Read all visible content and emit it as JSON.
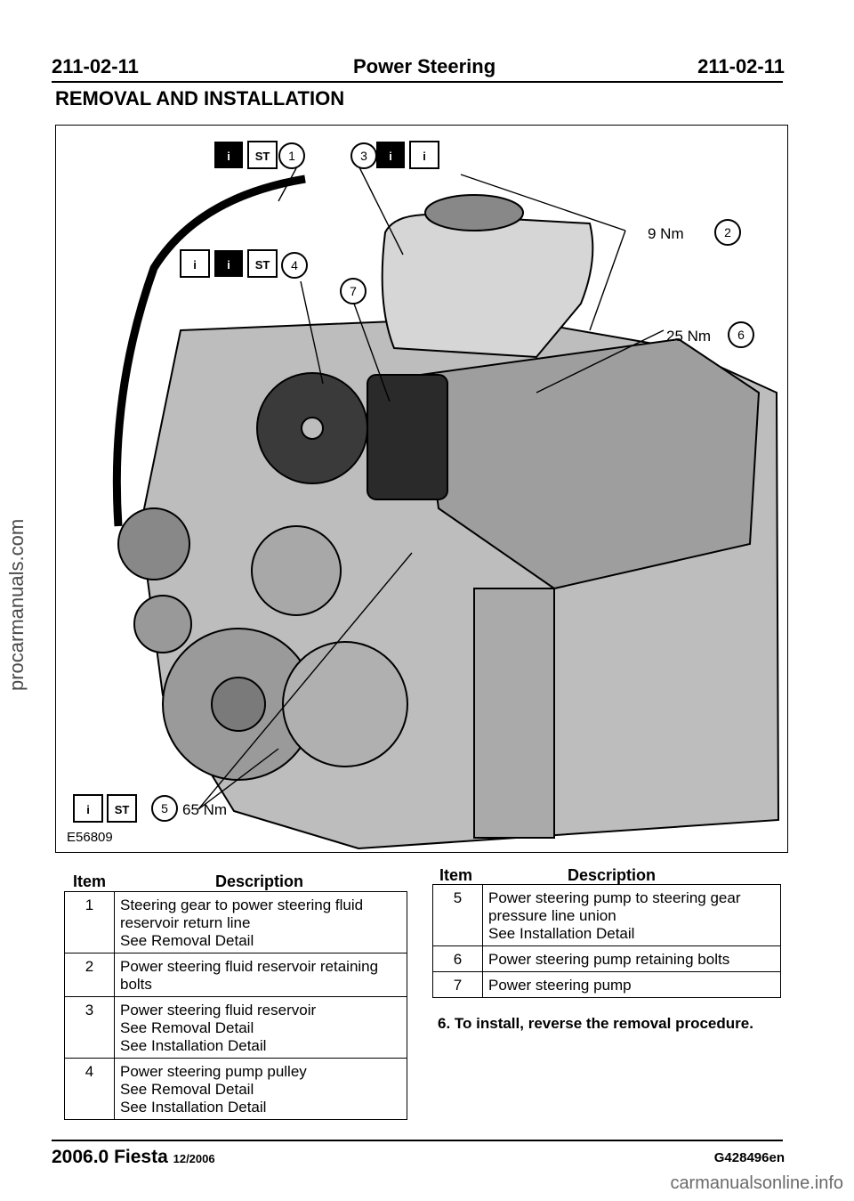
{
  "header": {
    "left_code": "211-02-11",
    "center_title": "Power Steering",
    "right_code": "211-02-11"
  },
  "section_title": "REMOVAL AND INSTALLATION",
  "figure": {
    "id_label": "E56809",
    "callouts": [
      {
        "number": "1"
      },
      {
        "number": "2",
        "torque": "9 Nm"
      },
      {
        "number": "3"
      },
      {
        "number": "4"
      },
      {
        "number": "5",
        "torque": "65 Nm"
      },
      {
        "number": "6",
        "torque": "25 Nm"
      },
      {
        "number": "7"
      }
    ],
    "symbols": {
      "info": "i",
      "special_tool": "ST"
    }
  },
  "table_headers": {
    "item": "Item",
    "description": "Description"
  },
  "items_left": [
    {
      "item": "1",
      "lines": [
        "Steering gear to power steering fluid",
        "reservoir return line",
        "See Removal Detail"
      ]
    },
    {
      "item": "2",
      "lines": [
        "Power steering fluid reservoir retaining",
        "bolts"
      ]
    },
    {
      "item": "3",
      "lines": [
        "Power steering fluid reservoir",
        "See Removal Detail",
        "See Installation Detail"
      ]
    },
    {
      "item": "4",
      "lines": [
        "Power steering pump pulley",
        "See Removal Detail",
        "See Installation Detail"
      ]
    }
  ],
  "items_right": [
    {
      "item": "5",
      "lines": [
        "Power steering pump to steering gear",
        "pressure line union",
        "See Installation Detail"
      ]
    },
    {
      "item": "6",
      "lines": [
        "Power steering pump retaining bolts"
      ]
    },
    {
      "item": "7",
      "lines": [
        "Power steering pump"
      ]
    }
  ],
  "step_note": "6. To install, reverse the removal procedure.",
  "footer": {
    "model": "2006.0 Fiesta",
    "date": "12/2006",
    "doc_code": "G428496en"
  },
  "watermarks": {
    "side": "procarmanuals.com",
    "bottom": "carmanualsonline.info"
  }
}
